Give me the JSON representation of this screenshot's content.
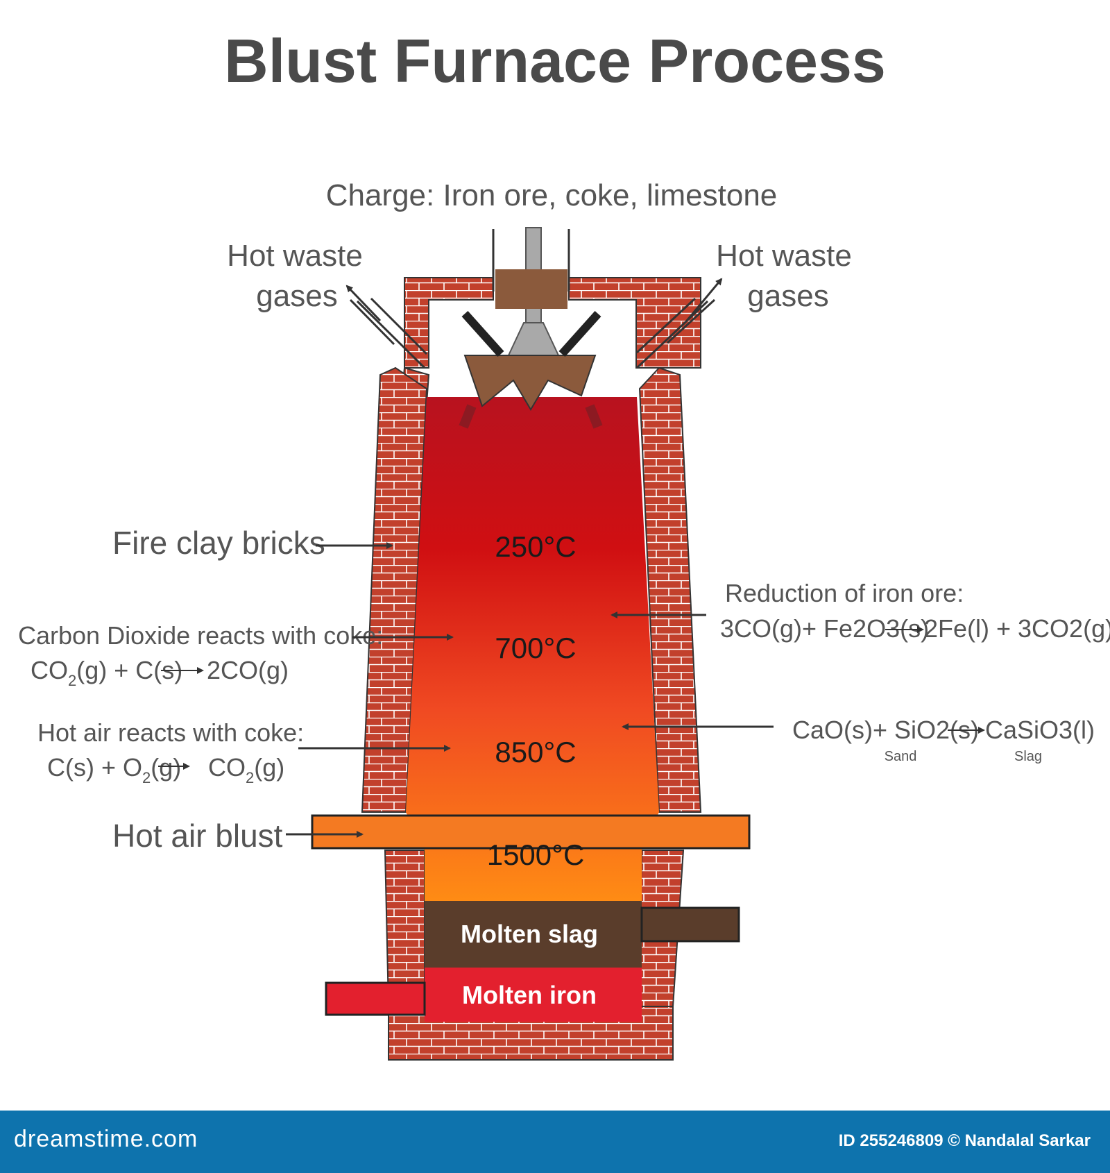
{
  "title": "Blust Furnace Process",
  "charge": "Charge: Iron ore, coke, limestone",
  "waste_gases": {
    "line1": "Hot waste",
    "line2": "gases"
  },
  "fire_clay": "Fire clay bricks",
  "co2_reaction": {
    "heading": "Carbon Dioxide reacts with coke:",
    "eq_a": "CO",
    "eq_sub": "2",
    "eq_b": "(g) + C(s)",
    "eq_product": "2CO(g)"
  },
  "hot_air_reaction": {
    "heading": "Hot air reacts with coke:",
    "eq_a": "C(s) + O",
    "eq_sub": "2",
    "eq_b": "(g)",
    "eq_product_a": "CO",
    "eq_product_sub": "2",
    "eq_product_b": "(g)"
  },
  "hot_air_blust": "Hot air blust",
  "reduction": {
    "heading": "Reduction of iron ore:",
    "eq_left": "3CO(g)+ Fe2O3(s)",
    "eq_right": "2Fe(l) + 3CO2(g)"
  },
  "slag_reaction": {
    "eq_left": "CaO(s)+ SiO2(s)",
    "eq_right": "CaSiO3(l)",
    "sand": "Sand",
    "slag": "Slag"
  },
  "temperatures": [
    "250°C",
    "700°C",
    "850°C",
    "1500°C"
  ],
  "molten_slag": "Molten slag",
  "molten_iron": "Molten iron",
  "footer": {
    "left": "dreamstime.com",
    "right": "ID 255246809 © Nandalal Sarkar"
  },
  "colors": {
    "brick": "#c2402c",
    "mortar": "#ffffff",
    "hot_top": "#c4101c",
    "hot_bottom": "#ff8a14",
    "slag": "#5a3d2b",
    "iron": "#e3202e",
    "blast": "#f47a22",
    "hopper": "#8b5a3c"
  }
}
